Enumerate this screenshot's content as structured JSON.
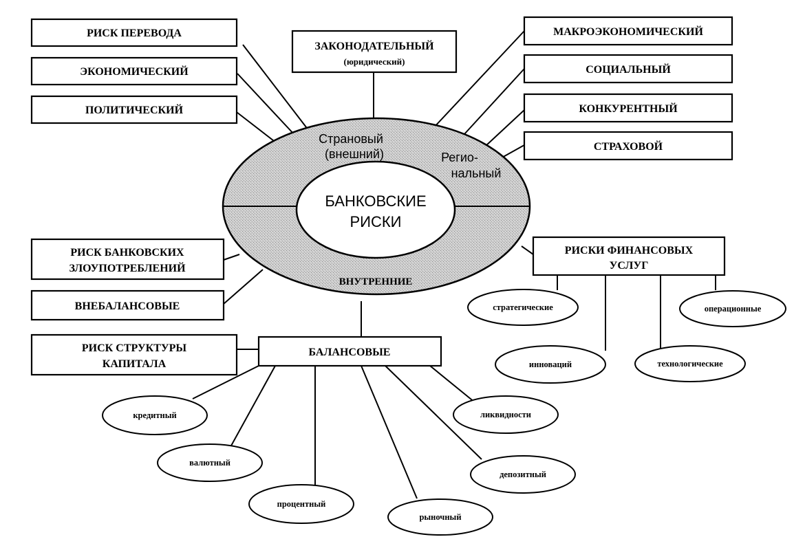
{
  "center": {
    "line1": "БАНКОВСКИЕ",
    "line2": "РИСКИ"
  },
  "ring": {
    "country_line1": "Страновый",
    "country_line2": "(внешний)",
    "regional_line1": "Регио-",
    "regional_line2": "нальный",
    "internal": "ВНУТРЕННИЕ"
  },
  "left_top_boxes": [
    "РИСК ПЕРЕВОДА",
    "ЭКОНОМИЧЕСКИЙ",
    "ПОЛИТИЧЕСКИЙ"
  ],
  "legal": {
    "line1": "ЗАКОНОДАТЕЛЬНЫЙ",
    "line2": "(юридический)"
  },
  "right_top_boxes": [
    "МАКРОЭКОНОМИЧЕСКИЙ",
    "СОЦИАЛЬНЫЙ",
    "КОНКУРЕНТНЫЙ",
    "СТРАХОВОЙ"
  ],
  "left_bottom": {
    "abuse_line1": "РИСК БАНКОВСКИХ",
    "abuse_line2": "ЗЛОУПОТРЕБЛЕНИЙ",
    "off_balance": "ВНЕБАЛАНСОВЫЕ",
    "capital_line1": "РИСК СТРУКТУРЫ",
    "capital_line2": "КАПИТАЛА"
  },
  "balance": {
    "label": "БАЛАНСОВЫЕ",
    "items": [
      "кредитный",
      "валютный",
      "процентный",
      "рыночный",
      "депозитный",
      "ликвидности"
    ]
  },
  "financial_services": {
    "line1": "РИСКИ ФИНАНСОВЫХ",
    "line2": "УСЛУГ",
    "items": [
      "стратегические",
      "инноваций",
      "технологические",
      "операционные"
    ]
  }
}
